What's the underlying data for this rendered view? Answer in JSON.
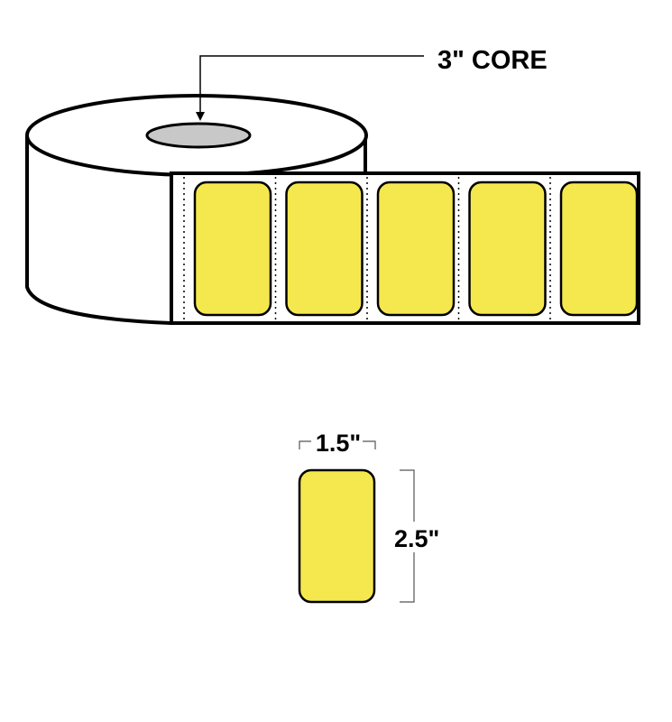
{
  "callout": {
    "core_label": "3\" CORE"
  },
  "dimensions": {
    "width_label": "1.5\"",
    "height_label": "2.5\""
  },
  "roll": {
    "visible_label_count": 5
  },
  "colors": {
    "label_fill": "#f5e84f",
    "core_fill": "#c8c8c8",
    "roll_fill": "#ffffff",
    "outline": "#000000",
    "dim_line": "#555555"
  }
}
